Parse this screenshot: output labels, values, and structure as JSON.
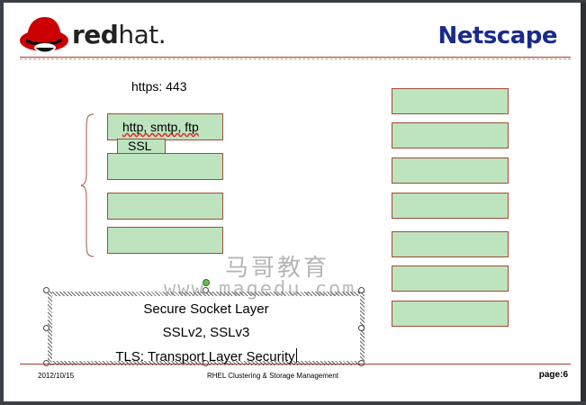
{
  "header": {
    "logo_bold": "red",
    "logo_rest": "hat.",
    "brand": "Netscape"
  },
  "left": {
    "port_label": "https: 443",
    "protocols": "http, smtp, ftp",
    "ssl": "SSL"
  },
  "textbox": {
    "line1": "Secure Socket Layer",
    "line2": "SSLv2, SSLv3",
    "line3": "TLS: Transport Layer Security"
  },
  "watermark": {
    "cn": "马哥教育",
    "url": "www.magedu.com"
  },
  "footer": {
    "date": "2012/10/15",
    "course": "RHEL Clustering & Storage Management",
    "page_prefix": "page:",
    "page_number": "6"
  },
  "colors": {
    "box_fill": "#bde3bf",
    "box_border": "#a64a32",
    "brand": "#1a2a8c",
    "rule": "#a23c2a"
  }
}
